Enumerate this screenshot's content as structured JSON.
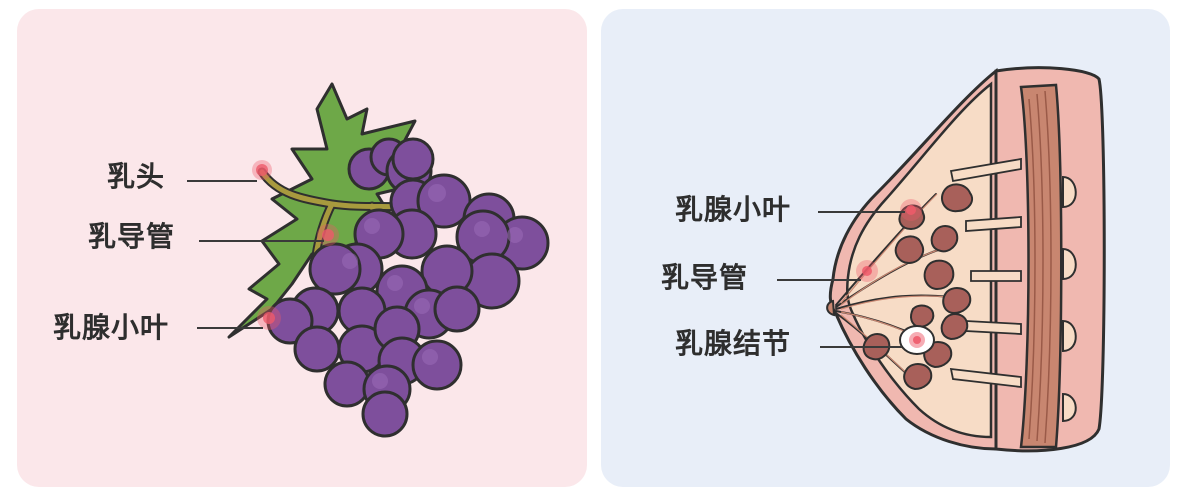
{
  "left_panel": {
    "labels": {
      "nipple": "乳头",
      "duct": "乳导管",
      "lobule": "乳腺小叶"
    },
    "colors": {
      "background": "#fbe7ea",
      "grape": "#7e4f9c",
      "leaf": "#6ea848",
      "stem": "#a89a3e",
      "highlight": "#ee5a6a"
    }
  },
  "right_panel": {
    "labels": {
      "lobule": "乳腺小叶",
      "duct": "乳导管",
      "nodule": "乳腺结节"
    },
    "colors": {
      "background": "#e8eef8",
      "skin": "#f0b8b0",
      "tissue": "#f7dcc6",
      "muscle": "#c88670",
      "lobule": "#a8605a",
      "highlight": "#ee5a6a"
    }
  }
}
